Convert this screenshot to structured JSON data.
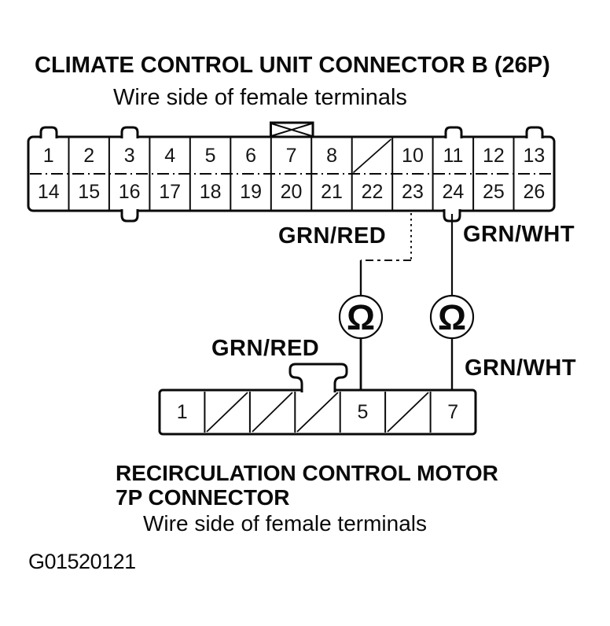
{
  "colors": {
    "paper": "#ffffff",
    "ink": "#0a0a0a"
  },
  "header": {
    "title": "CLIMATE CONTROL UNIT CONNECTOR B (26P)",
    "subtitle": "Wire side of female terminals"
  },
  "connector_26p": {
    "top_row": [
      "1",
      "2",
      "3",
      "4",
      "5",
      "6",
      "7",
      "8",
      "",
      "10",
      "11",
      "12",
      "13"
    ],
    "bottom_row": [
      "14",
      "15",
      "16",
      "17",
      "18",
      "19",
      "20",
      "21",
      "22",
      "23",
      "24",
      "25",
      "26"
    ],
    "blocked_positions": [
      9
    ]
  },
  "wire_labels": {
    "grn_red_upper": "GRN/RED",
    "grn_wht_upper": "GRN/WHT",
    "grn_red_lower": "GRN/RED",
    "grn_wht_lower": "GRN/WHT"
  },
  "meters": [
    {
      "symbol": "Ω"
    },
    {
      "symbol": "Ω"
    }
  ],
  "connector_7p": {
    "cells": [
      "1",
      "",
      "",
      "",
      "5",
      "",
      "7"
    ],
    "blocked_positions": [
      2,
      3,
      4,
      6
    ]
  },
  "footer": {
    "line1": "RECIRCULATION CONTROL MOTOR",
    "line2": "7P CONNECTOR",
    "subtitle": "Wire side of female terminals",
    "figure_code": "G01520121"
  }
}
